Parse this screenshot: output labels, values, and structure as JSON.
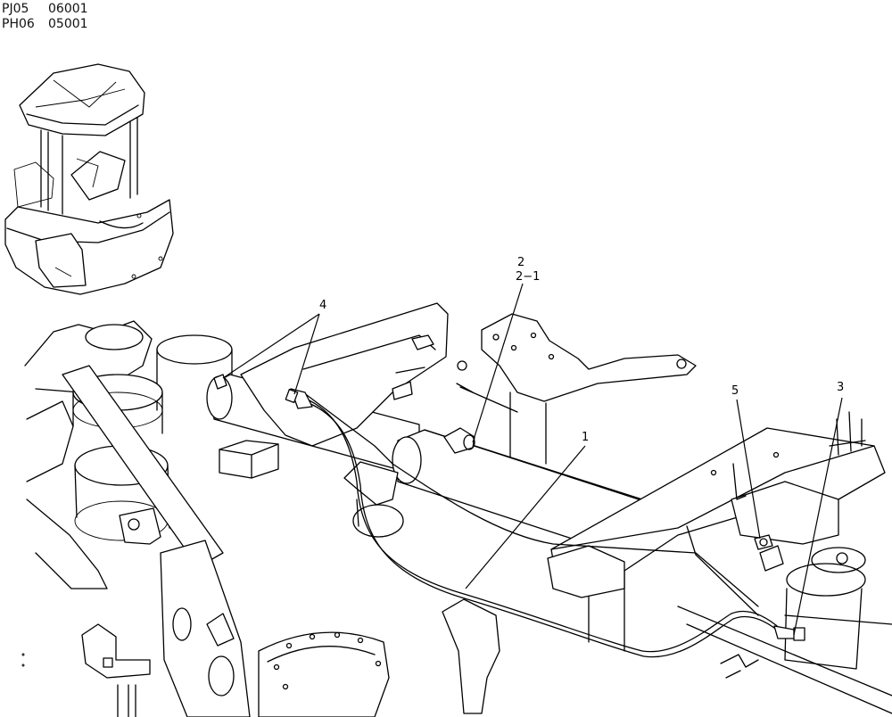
{
  "header": {
    "codes": [
      {
        "model": "PJ05",
        "serial": "06001"
      },
      {
        "model": "PH06",
        "serial": "05001"
      }
    ]
  },
  "callouts": {
    "c1": "1",
    "c2": "2",
    "c2_1": "2−1",
    "c3": "3",
    "c4": "4",
    "c5": "5"
  },
  "colors": {
    "line": "#000000",
    "paper": "#ffffff"
  }
}
